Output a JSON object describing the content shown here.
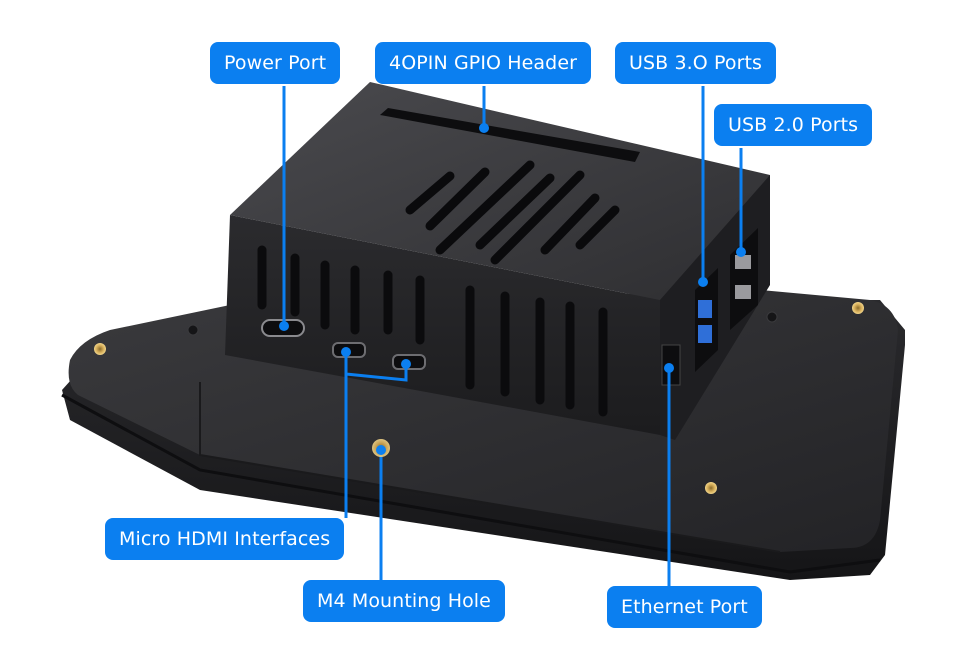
{
  "diagram": {
    "subject": "Display case back with Raspberry Pi enclosure",
    "accent_color": "#0b7ff0",
    "callouts": [
      {
        "id": "power-port",
        "label": "Power Port"
      },
      {
        "id": "gpio-header",
        "label": "4OPIN GPIO Header"
      },
      {
        "id": "usb3-ports",
        "label": "USB 3.O Ports"
      },
      {
        "id": "usb2-ports",
        "label": "USB 2.0 Ports"
      },
      {
        "id": "micro-hdmi",
        "label": "Micro HDMI Interfaces"
      },
      {
        "id": "m4-hole",
        "label": "M4 Mounting Hole"
      },
      {
        "id": "ethernet-port",
        "label": "Ethernet Port"
      }
    ]
  }
}
